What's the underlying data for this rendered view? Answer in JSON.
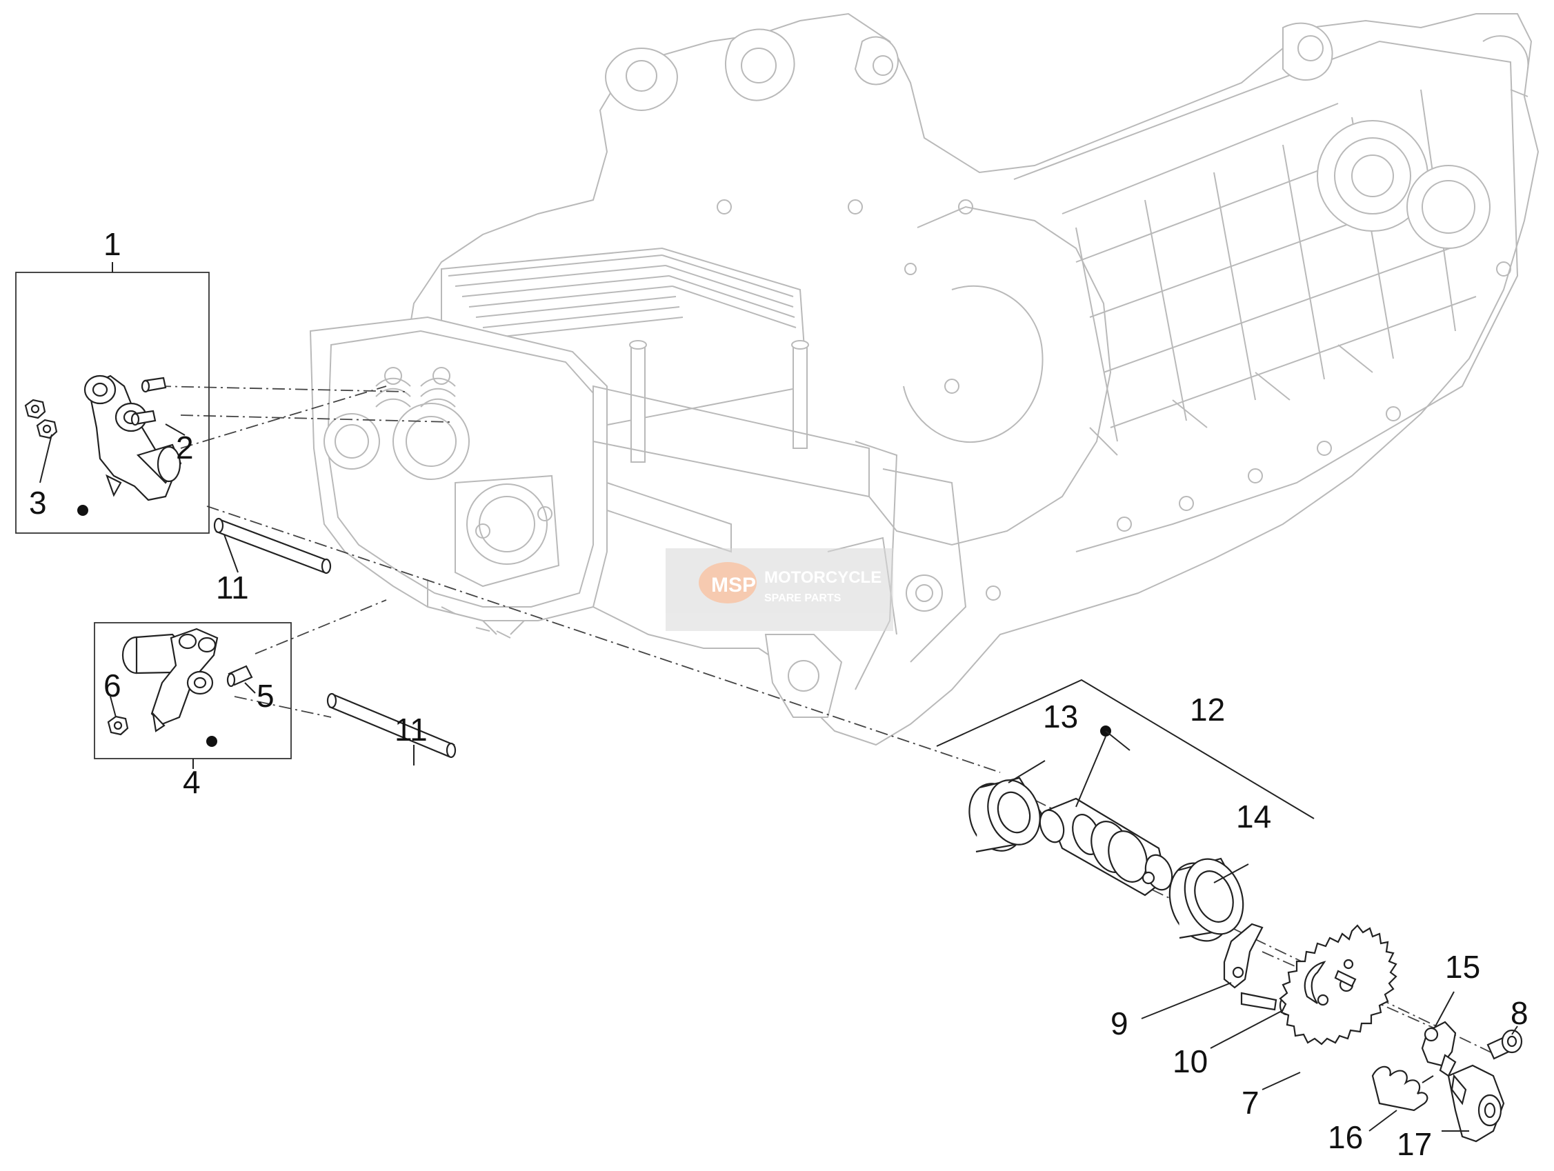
{
  "diagram": {
    "callouts": [
      {
        "id": "1",
        "label": "1"
      },
      {
        "id": "2",
        "label": "2"
      },
      {
        "id": "3",
        "label": "3"
      },
      {
        "id": "4",
        "label": "4"
      },
      {
        "id": "5",
        "label": "5"
      },
      {
        "id": "6",
        "label": "6"
      },
      {
        "id": "7",
        "label": "7"
      },
      {
        "id": "8",
        "label": "8"
      },
      {
        "id": "9",
        "label": "9"
      },
      {
        "id": "10",
        "label": "10"
      },
      {
        "id": "11a",
        "label": "11"
      },
      {
        "id": "11b",
        "label": "11"
      },
      {
        "id": "12",
        "label": "12"
      },
      {
        "id": "13",
        "label": "13"
      },
      {
        "id": "14",
        "label": "14"
      },
      {
        "id": "15",
        "label": "15"
      },
      {
        "id": "16",
        "label": "16"
      },
      {
        "id": "17",
        "label": "17"
      }
    ],
    "watermark": {
      "line1": "MOTORCYCLE",
      "line2": "SPARE PARTS",
      "badge": "MSP"
    }
  }
}
